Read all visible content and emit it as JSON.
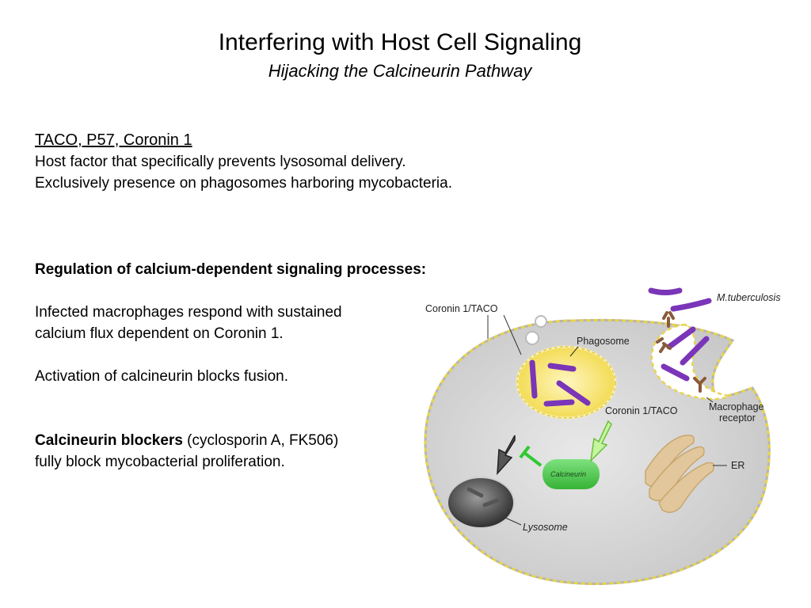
{
  "slide": {
    "title": "Interfering with Host Cell Signaling",
    "subtitle": "Hijacking the Calcineurin Pathway"
  },
  "section1": {
    "heading": "TACO, P57, Coronin 1",
    "line1": "Host factor that specifically prevents lysosomal delivery.",
    "line2": "Exclusively presence on phagosomes harboring mycobacteria."
  },
  "section2": {
    "heading": "Regulation of calcium-dependent signaling processes:",
    "para1_line1": "Infected macrophages respond with sustained",
    "para1_line2": "calcium flux dependent on Coronin 1.",
    "para2": "Activation of calcineurin blocks fusion.",
    "blockers_bold": "Calcineurin blockers",
    "blockers_rest": " (cyclosporin A, FK506)",
    "blockers_line2": "fully block mycobacterial proliferation."
  },
  "diagram": {
    "coronin_taco_top": "Coronin 1/TACO",
    "m_tuberculosis": "M.tuberculosis",
    "phagosome": "Phagosome",
    "macrophage_receptor_l1": "Macrophage",
    "macrophage_receptor_l2": "receptor",
    "coronin_taco_mid": "Coronin 1/TACO",
    "calcineurin": "Calcineurin",
    "er": "ER",
    "lysosome": "Lysosome",
    "colors": {
      "cell_fill": "#dcdcdc",
      "membrane": "#e8d44a",
      "bacteria": "#7a35b8",
      "receptor": "#8a5a3a",
      "calcineurin": "#4cc94c",
      "er": "#d9b98a",
      "lysosome": "#4a4a4a"
    }
  }
}
